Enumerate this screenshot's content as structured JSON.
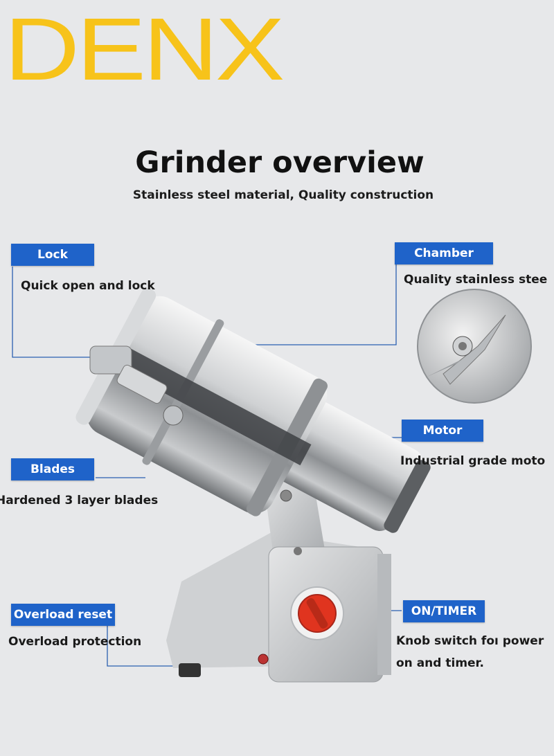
{
  "brand": {
    "name": "DENX",
    "color": "#f7c31a"
  },
  "header": {
    "title": "Grinder overview",
    "subtitle": "Stainless steel material, Quality construction"
  },
  "colors": {
    "tag_blue": "#1f63c9",
    "knob_red": "#e0341f"
  },
  "features": {
    "lock": {
      "label": "Lock",
      "desc": "Quick open and lock"
    },
    "chamber": {
      "label": "Chamber",
      "desc": "Quality stainless stee"
    },
    "motor": {
      "label": "Motor",
      "desc": "Industrial grade moto"
    },
    "blades": {
      "label": "Blades",
      "desc": "Hardened 3 layer blades"
    },
    "overload": {
      "label": "Overload reset",
      "desc": "Overload protection"
    },
    "timer": {
      "label": "ON/TIMER",
      "desc_line1": "Knob switch foı power",
      "desc_line2": "on and timer."
    }
  }
}
